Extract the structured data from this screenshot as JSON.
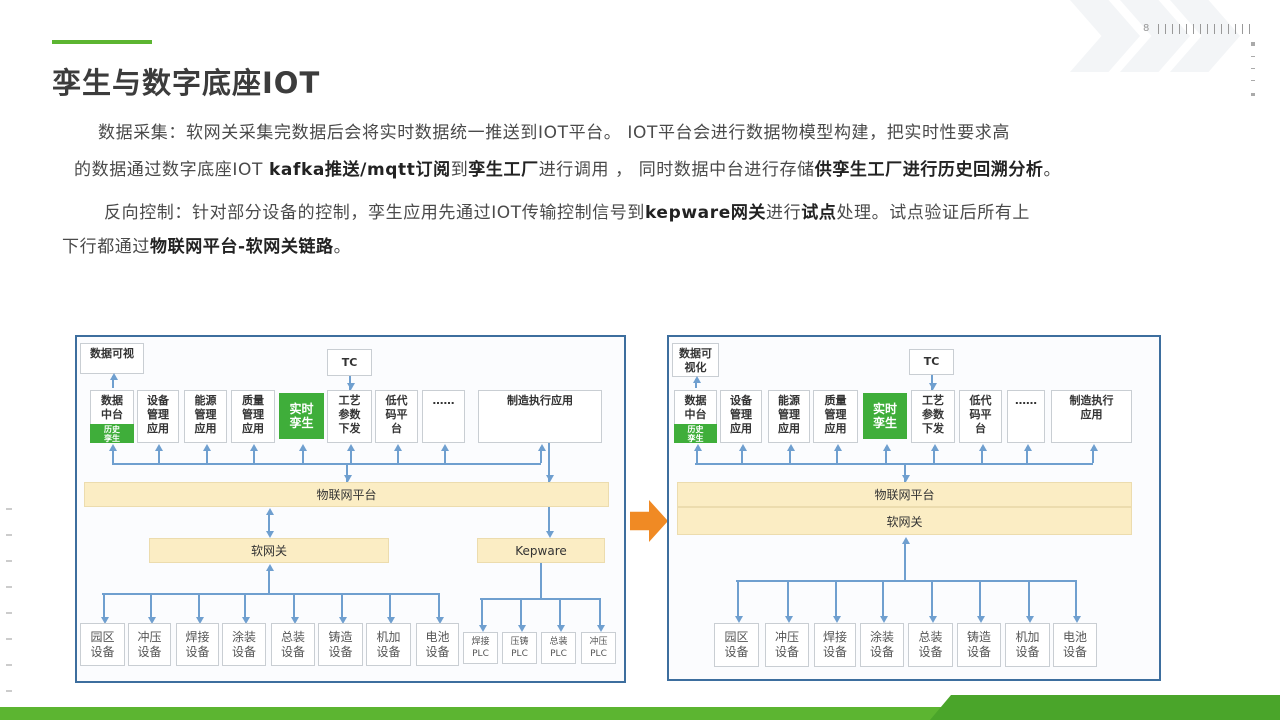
{
  "slide": {
    "page_number": "8",
    "title": "孪生与数字底座IOT",
    "colors": {
      "accent": "#5cb531",
      "frame": "#3d6e9e",
      "highlight": "#3fae3a",
      "bar": "#fbedc4",
      "arrow": "#f08a24"
    }
  },
  "paragraphs": [
    {
      "segments": [
        {
          "text": "数据采集：软网关采集完数据后会将实时数据统一推送到IOT平台。  IOT平台会进行数据物模型构建，把实时性要求高",
          "bold": false
        }
      ]
    },
    {
      "segments": [
        {
          "text": "的数据通过数字底座IOT ",
          "bold": false
        },
        {
          "text": "kafka推送/mqtt订阅",
          "bold": true
        },
        {
          "text": "到",
          "bold": false
        },
        {
          "text": "孪生工厂",
          "bold": true
        },
        {
          "text": "进行调用 ， 同时数据中台进行存储",
          "bold": false
        },
        {
          "text": "供孪生工厂进行历史回溯分析",
          "bold": true
        },
        {
          "text": "。",
          "bold": false
        }
      ]
    },
    {
      "segments": [
        {
          "text": "反向控制：针对部分设备的控制，孪生应用先通过IOT传输控制信号到",
          "bold": false
        },
        {
          "text": "kepware网关",
          "bold": true
        },
        {
          "text": "进行",
          "bold": false
        },
        {
          "text": "试点",
          "bold": true
        },
        {
          "text": "处理。试点验证后所有上",
          "bold": false
        }
      ]
    },
    {
      "segments": [
        {
          "text": "下行都通过",
          "bold": false
        },
        {
          "text": "物联网平台-软网关链路",
          "bold": true
        },
        {
          "text": "。",
          "bold": false
        }
      ]
    }
  ],
  "diagram_left": {
    "visual": "数据可视",
    "tc": "TC",
    "apps": [
      "数据\n中台",
      "设备\n管理\n应用",
      "能源\n管理\n应用",
      "质量\n管理\n应用",
      "实时\n孪生",
      "工艺\n参数\n下发",
      "低代\n码平\n台",
      "……",
      "制造执行应用"
    ],
    "history_tag": "历史\n孪生",
    "iot_platform": "物联网平台",
    "soft_gateway": "软网关",
    "kepware": "Kepware",
    "devices": [
      "园区\n设备",
      "冲压\n设备",
      "焊接\n设备",
      "涂装\n设备",
      "总装\n设备",
      "铸造\n设备",
      "机加\n设备",
      "电池\n设备"
    ],
    "plcs": [
      "焊接\nPLC",
      "压铸\nPLC",
      "总装\nPLC",
      "冲压\nPLC"
    ]
  },
  "diagram_right": {
    "visual": "数据可\n视化",
    "tc": "TC",
    "apps": [
      "数据\n中台",
      "设备\n管理\n应用",
      "能源\n管理\n应用",
      "质量\n管理\n应用",
      "实时\n孪生",
      "工艺\n参数\n下发",
      "低代\n码平\n台",
      "……",
      "制造执行\n应用"
    ],
    "history_tag": "历史\n孪生",
    "iot_platform": "物联网平台",
    "soft_gateway": "软网关",
    "devices": [
      "园区\n设备",
      "冲压\n设备",
      "焊接\n设备",
      "涂装\n设备",
      "总装\n设备",
      "铸造\n设备",
      "机加\n设备",
      "电池\n设备"
    ]
  }
}
